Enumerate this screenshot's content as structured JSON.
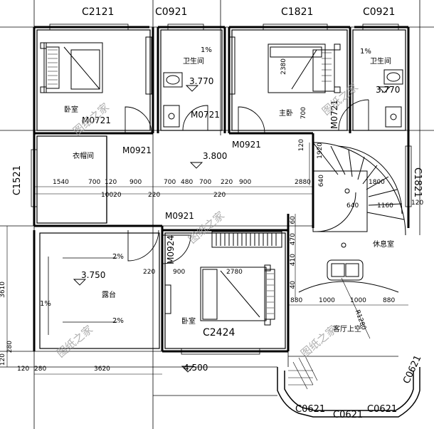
{
  "windows": {
    "top_left": "C2121",
    "top_wc_left": "C0921",
    "top_master": "C1821",
    "top_wc_right": "C0921",
    "left_side": "C1521",
    "right_side": "C1821",
    "bedroom_bottom": "C2424",
    "bay_1": "C0621",
    "bay_2": "C0621",
    "bay_3": "C0621",
    "bay_4": "C0621"
  },
  "doors": {
    "bedroom_left": "M0721",
    "wc_left": "M0721",
    "wc_right": "M0721",
    "closet": "M0921",
    "corridor_right": "M0921",
    "bedroom_bottom": "M0921",
    "bedroom_bottom_side": "M0924"
  },
  "rooms": {
    "bedroom_left": "卧室",
    "bathroom_left": "卫生间",
    "master_bedroom": "主卧",
    "bathroom_right": "卫生间",
    "closet": "衣帽间",
    "lounge": "休息室",
    "terrace": "露台",
    "bedroom_bottom": "卧室",
    "living_void": "客厅上空"
  },
  "levels": {
    "bath_left": "3.770",
    "bath_right": "3.770",
    "corridor": "3.800",
    "terrace": "3.750",
    "ground": "4.500"
  },
  "slopes": {
    "bath_left": "1%",
    "bath_right": "1%",
    "terrace_top": "2%",
    "terrace_bottom": "2%",
    "terrace_side": "1%"
  },
  "dimensions": {
    "row1": [
      "1540",
      "700",
      "120",
      "900",
      "700",
      "480",
      "700",
      "220",
      "900"
    ],
    "row1_total": "10020",
    "row1_mid_a": "220",
    "row1_mid_b": "220",
    "stair_2880": "2880",
    "stair_640a": "640",
    "stair_640b": "640",
    "stair_1800": "1800",
    "stair_1160": "1160",
    "stair_120": "120",
    "stair_1920": "1920",
    "wall_120_right": "120",
    "master_2380": "2380",
    "master_700": "700",
    "row2": [
      "880",
      "1000",
      "1000",
      "880"
    ],
    "bedroom_900": "900",
    "bedroom_220": "220",
    "bedroom_2780": "2780",
    "left_3610": "3610",
    "left_280": "280",
    "left_120": "120",
    "bottom_120": "120",
    "bottom_280": "280",
    "bottom_3620": "3620",
    "lounge_60": "60",
    "lounge_470": "470",
    "lounge_410": "410",
    "lounge_40": "40",
    "radius": "R1280"
  },
  "watermark": "图纸之家"
}
